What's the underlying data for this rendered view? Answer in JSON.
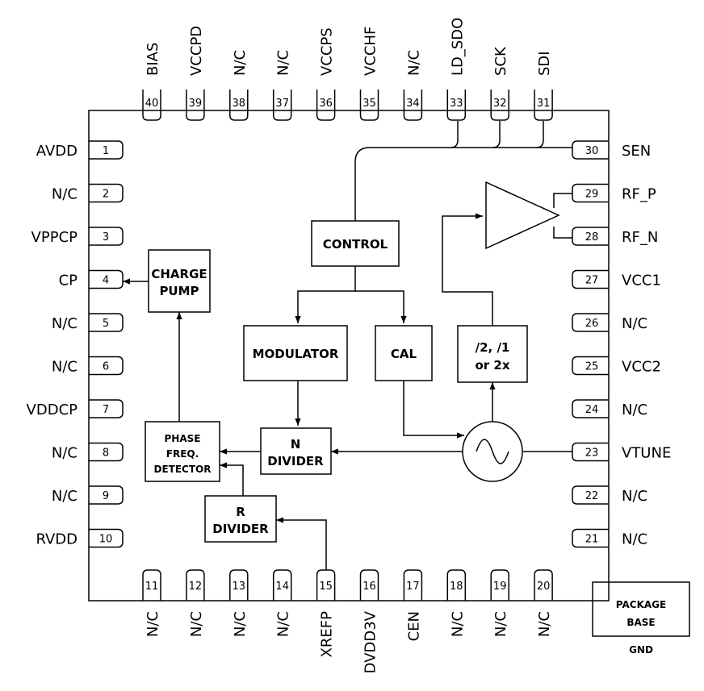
{
  "pins_left": [
    {
      "num": "1",
      "name": "AVDD"
    },
    {
      "num": "2",
      "name": "N/C"
    },
    {
      "num": "3",
      "name": "VPPCP"
    },
    {
      "num": "4",
      "name": "CP"
    },
    {
      "num": "5",
      "name": "N/C"
    },
    {
      "num": "6",
      "name": "N/C"
    },
    {
      "num": "7",
      "name": "VDDCP"
    },
    {
      "num": "8",
      "name": "N/C"
    },
    {
      "num": "9",
      "name": "N/C"
    },
    {
      "num": "10",
      "name": "RVDD"
    }
  ],
  "pins_bottom": [
    {
      "num": "11",
      "name": "N/C"
    },
    {
      "num": "12",
      "name": "N/C"
    },
    {
      "num": "13",
      "name": "N/C"
    },
    {
      "num": "14",
      "name": "N/C"
    },
    {
      "num": "15",
      "name": "XREFP"
    },
    {
      "num": "16",
      "name": "DVDD3V"
    },
    {
      "num": "17",
      "name": "CEN"
    },
    {
      "num": "18",
      "name": "N/C"
    },
    {
      "num": "19",
      "name": "N/C"
    },
    {
      "num": "20",
      "name": "N/C"
    }
  ],
  "pins_right": [
    {
      "num": "30",
      "name": "SEN"
    },
    {
      "num": "29",
      "name": "RF_P"
    },
    {
      "num": "28",
      "name": "RF_N"
    },
    {
      "num": "27",
      "name": "VCC1"
    },
    {
      "num": "26",
      "name": "N/C"
    },
    {
      "num": "25",
      "name": "VCC2"
    },
    {
      "num": "24",
      "name": "N/C"
    },
    {
      "num": "23",
      "name": "VTUNE"
    },
    {
      "num": "22",
      "name": "N/C"
    },
    {
      "num": "21",
      "name": "N/C"
    }
  ],
  "pins_top": [
    {
      "num": "40",
      "name": "BIAS"
    },
    {
      "num": "39",
      "name": "VCCPD"
    },
    {
      "num": "38",
      "name": "N/C"
    },
    {
      "num": "37",
      "name": "N/C"
    },
    {
      "num": "36",
      "name": "VCCPS"
    },
    {
      "num": "35",
      "name": "VCCHF"
    },
    {
      "num": "34",
      "name": "N/C"
    },
    {
      "num": "33",
      "name": "LD_SDO"
    },
    {
      "num": "32",
      "name": "SCK"
    },
    {
      "num": "31",
      "name": "SDI"
    }
  ],
  "blocks": {
    "control": "CONTROL",
    "charge_pump": [
      "CHARGE",
      "PUMP"
    ],
    "modulator": "MODULATOR",
    "cal": "CAL",
    "divider_out": [
      "/2, /1",
      "or 2x"
    ],
    "n_divider": [
      "N",
      "DIVIDER"
    ],
    "r_divider": [
      "R",
      "DIVIDER"
    ],
    "pfd": [
      "PHASE",
      "FREQ.",
      "DETECTOR"
    ]
  },
  "package_base": [
    "PACKAGE",
    "BASE"
  ],
  "gnd_label": "GND"
}
